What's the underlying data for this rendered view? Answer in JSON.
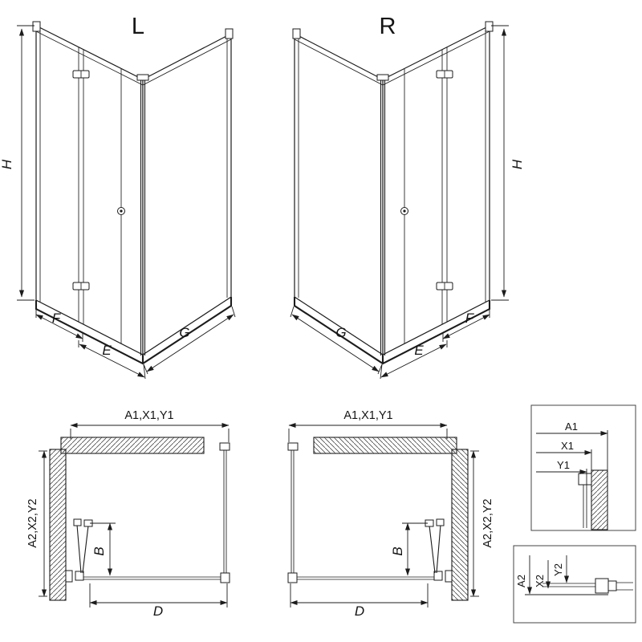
{
  "diagram": {
    "perspective_left": {
      "variant": "L",
      "dim_height": "H",
      "dim_front_f": "F",
      "dim_front_e": "E",
      "dim_side_g": "G"
    },
    "perspective_right": {
      "variant": "R",
      "dim_height": "H",
      "dim_front_f": "F",
      "dim_front_e": "E",
      "dim_side_g": "G"
    },
    "plan_left": {
      "dim_top": "A1,X1,Y1",
      "dim_side": "A2,X2,Y2",
      "dim_door_depth": "B",
      "dim_width": "D"
    },
    "plan_right": {
      "dim_top": "A1,X1,Y1",
      "dim_side": "A2,X2,Y2",
      "dim_door_depth": "B",
      "dim_width": "D"
    },
    "detail_top": {
      "dim_a1": "A1",
      "dim_x1": "X1",
      "dim_y1": "Y1"
    },
    "detail_bottom": {
      "dim_a2": "A2",
      "dim_x2": "X2",
      "dim_y2": "Y2"
    }
  },
  "colors": {
    "line": "#1c1c1c",
    "background": "#ffffff",
    "hatch": "#4a4a4a"
  }
}
